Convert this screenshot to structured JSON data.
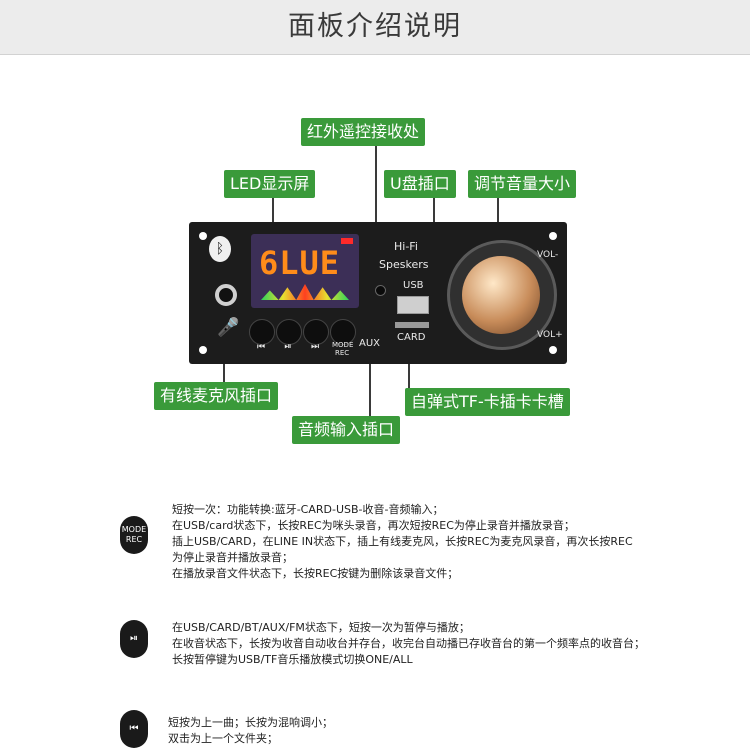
{
  "header": {
    "title": "面板介绍说明"
  },
  "labels": {
    "ir": "红外遥控接收处",
    "led": "LED显示屏",
    "u_disk": "U盘插口",
    "volume": "调节音量大小",
    "mic": "有线麦克风插口",
    "tf": "自弹式TF-卡插卡卡槽",
    "aux": "音频输入插口"
  },
  "panel": {
    "lcd": "6LUE",
    "hifi": "Hi-Fi",
    "speakers": "Speskers",
    "usb": "USB",
    "card": "CARD",
    "aux": "AUX",
    "vol_minus": "VOL-",
    "vol_plus": "VOL+",
    "mode_rec_1": "MODE",
    "mode_rec_2": "REC",
    "btn_prev": "⏮",
    "btn_play": "⏯",
    "btn_next": "⏭"
  },
  "descriptions": [
    {
      "icon_line1": "MODE",
      "icon_line2": "REC",
      "lines": [
        "短按一次：功能转换:蓝牙-CARD-USB-收音-音频输入；",
        "在USB/card状态下，长按REC为咪头录音，再次短按REC为停止录音并播放录音；",
        "插上USB/CARD，在LINE IN状态下，插上有线麦克风，长按REC为麦克风录音，再次长按REC",
        "为停止录音并播放录音；",
        "在播放录音文件状态下，长按REC按键为删除该录音文件；"
      ]
    },
    {
      "icon_line1": "⏯",
      "icon_line2": "",
      "lines": [
        "在USB/CARD/BT/AUX/FM状态下，短按一次为暂停与播放；",
        "在收音状态下，长按为收音自动收台并存台，收完台自动播已存收音台的第一个频率点的收音台；",
        "长按暂停键为USB/TF音乐播放模式切换ONE/ALL"
      ]
    },
    {
      "icon_line1": "⏮",
      "icon_line2": "",
      "lines": [
        "短按为上一曲；长按为混响调小；",
        "双击为上一个文件夹；"
      ]
    }
  ]
}
